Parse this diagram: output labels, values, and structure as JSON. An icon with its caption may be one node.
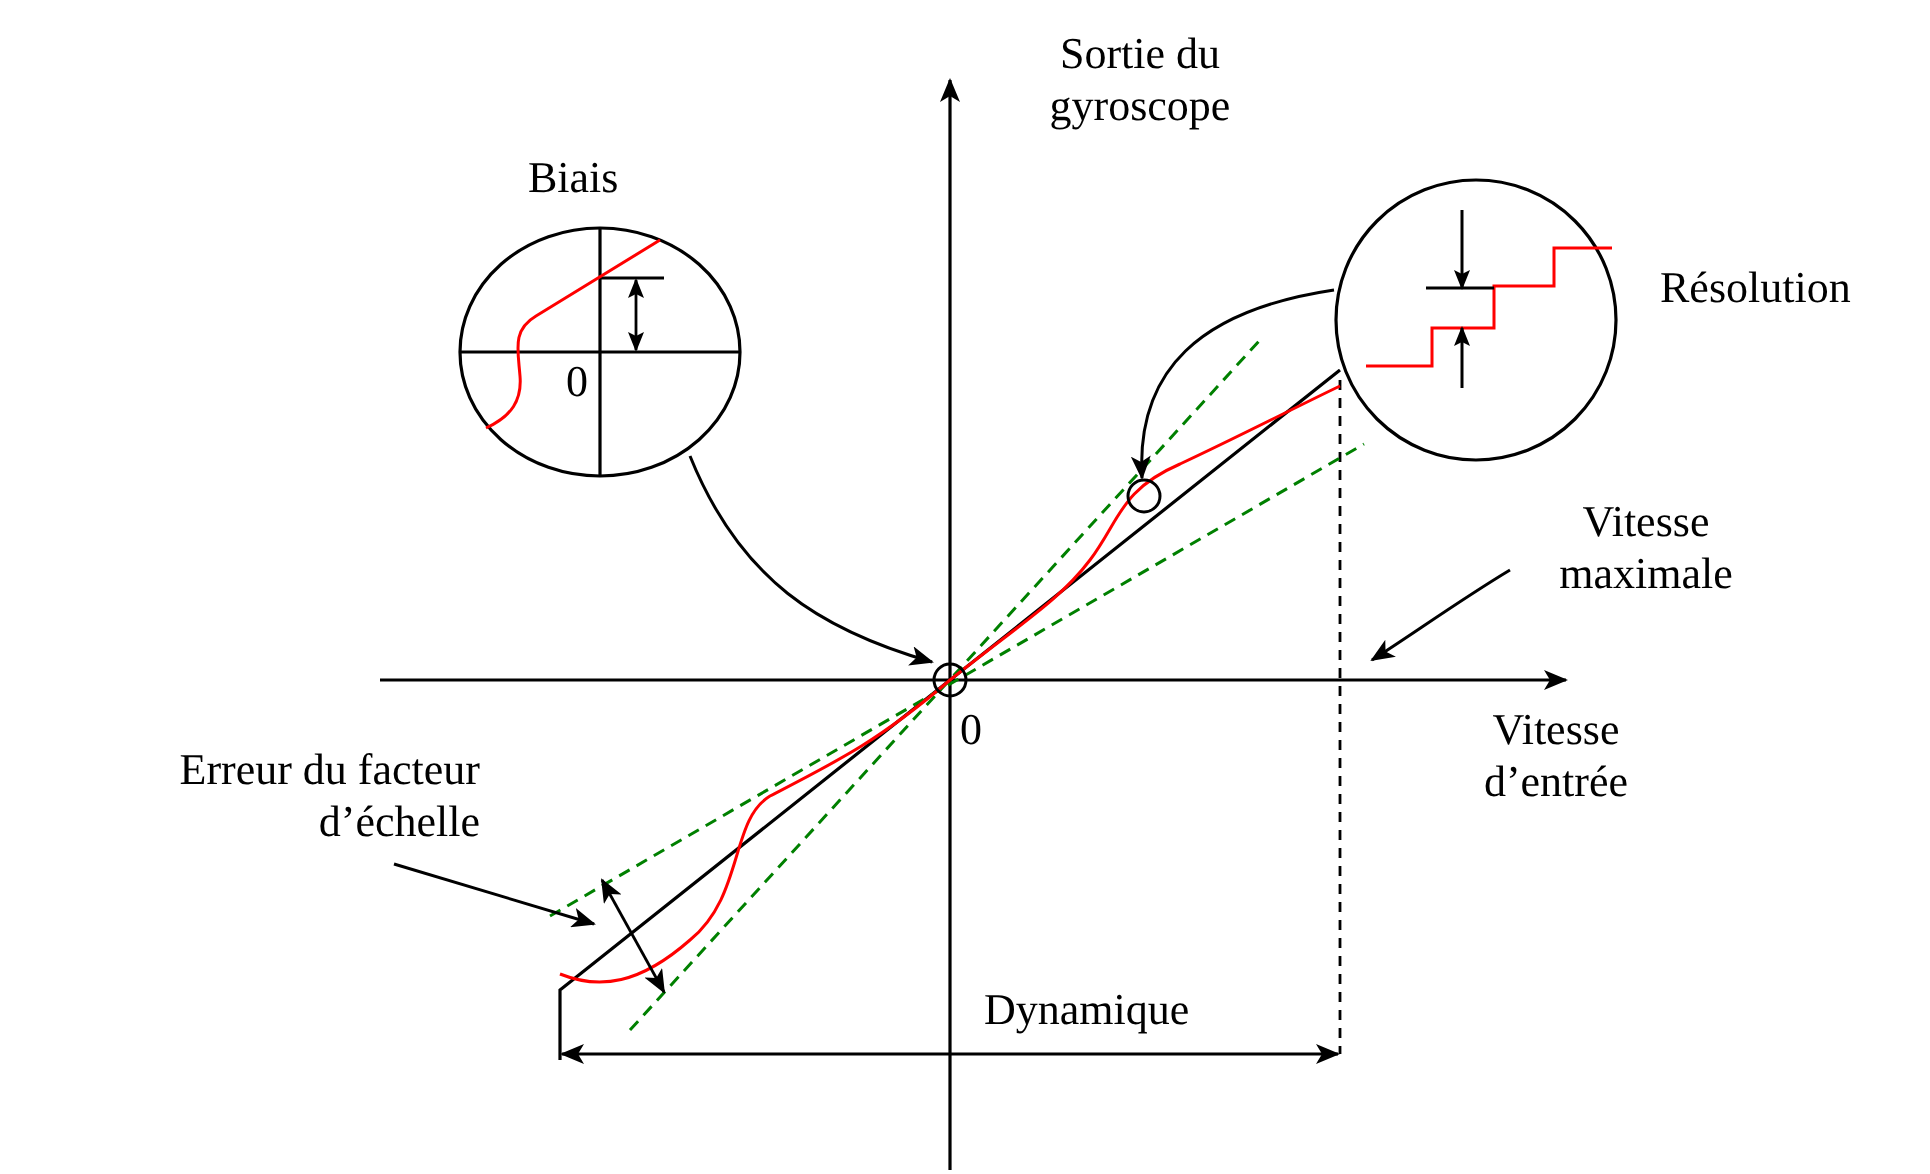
{
  "diagram": {
    "nodes": [
      {
        "text": [
          "Biais",
          "0"
        ]
      },
      {
        "text": [
          "Résolution"
        ]
      },
      {
        "text": [],
        "shape": "circle"
      },
      {
        "text": [],
        "shape": "circle"
      },
      {
        "text": [
          "Vitesse maximale"
        ]
      },
      {
        "text": [
          "Erreur du facteur d’échelle"
        ]
      }
    ],
    "edges": [
      {
        "from": 0,
        "to": 2,
        "arrow": "to"
      },
      {
        "from": 1,
        "to": 3,
        "arrow": "to"
      },
      {
        "from": 4,
        "to": null,
        "arrow": "to"
      },
      {
        "from": 5,
        "to": null,
        "arrow": "to"
      }
    ],
    "labels": [
      "Sortie du gyroscope",
      "0",
      "Vitesse d’entrée",
      "Dynamique"
    ]
  }
}
